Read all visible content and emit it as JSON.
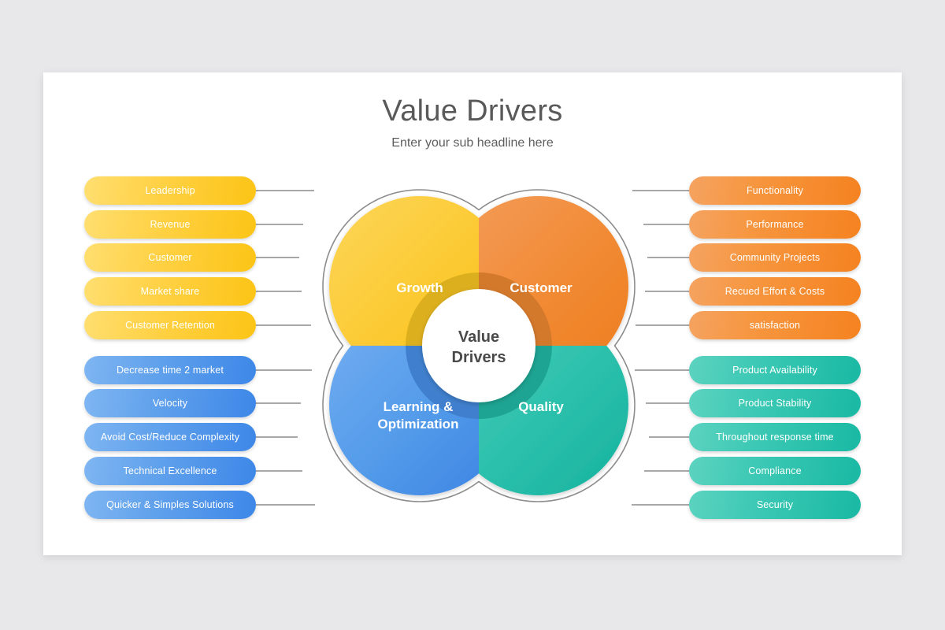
{
  "slide": {
    "title": "Value Drivers",
    "subtitle": "Enter your sub headline here",
    "background_color": "#e8e8ea",
    "card_color": "#ffffff"
  },
  "center": {
    "line1": "Value",
    "line2": "Drivers",
    "text_color": "#4a4a4a",
    "fill": "#ffffff"
  },
  "lobes": {
    "growth": {
      "label": "Growth",
      "color": "#fbc82f",
      "color_light": "#fdd85f",
      "ring_color": "#dcaf1e",
      "position": "top-left"
    },
    "customer": {
      "label": "Customer",
      "color": "#f18a34",
      "color_light": "#f59b57",
      "ring_color": "#d3792c",
      "position": "top-right"
    },
    "learning": {
      "label_line1": "Learning &",
      "label_line2": "Optimization",
      "color": "#4a90e8",
      "color_light": "#6aa8ef",
      "ring_color": "#3f7fcd",
      "position": "bottom-left"
    },
    "quality": {
      "label": "Quality",
      "color": "#22bda8",
      "color_light": "#46cbb9",
      "ring_color": "#1ea492",
      "position": "bottom-right"
    }
  },
  "pills": {
    "top_left": [
      {
        "label": "Leadership"
      },
      {
        "label": "Revenue"
      },
      {
        "label": "Customer"
      },
      {
        "label": "Market share"
      },
      {
        "label": "Customer Retention"
      }
    ],
    "bottom_left": [
      {
        "label": "Decrease time 2 market"
      },
      {
        "label": "Velocity"
      },
      {
        "label": "Avoid Cost/Reduce Complexity"
      },
      {
        "label": "Technical Excellence"
      },
      {
        "label": "Quicker & Simples Solutions"
      }
    ],
    "top_right": [
      {
        "label": "Functionality"
      },
      {
        "label": "Performance"
      },
      {
        "label": "Community Projects"
      },
      {
        "label": "Recued Effort & Costs"
      },
      {
        "label": "satisfaction"
      }
    ],
    "bottom_right": [
      {
        "label": "Product Availability"
      },
      {
        "label": "Product Stability"
      },
      {
        "label": "Throughout response time"
      },
      {
        "label": "Compliance"
      },
      {
        "label": "Security"
      }
    ]
  },
  "connector_color": "#8c8c8c",
  "outline_color": "#8c8c8c"
}
